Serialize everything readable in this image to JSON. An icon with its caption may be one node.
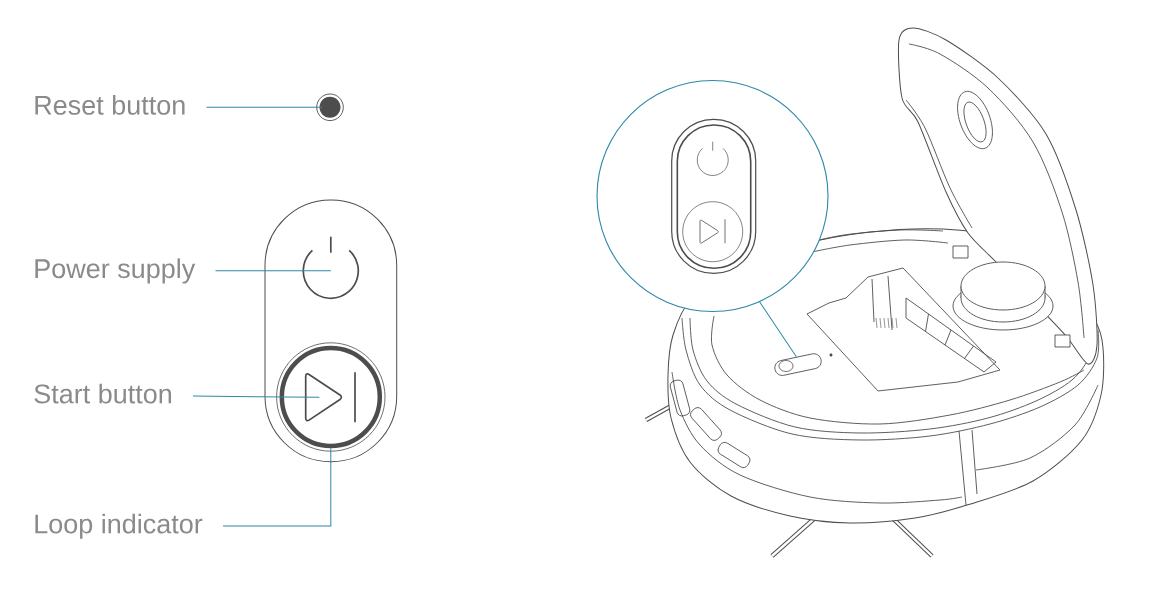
{
  "diagram": {
    "nodes": [
      {
        "text": [
          "Reset button"
        ]
      },
      {
        "text": [],
        "shape": "circle"
      },
      {
        "text": [
          "Power supply"
        ]
      },
      {
        "text": [],
        "shape": "circle"
      },
      {
        "text": [
          "Start button"
        ]
      },
      {
        "text": [
          "Loop indicator"
        ]
      },
      {
        "text": [],
        "shape": "circle"
      },
      {
        "text": [],
        "shape": "triangle",
        "in": 6
      },
      {
        "text": [],
        "shape": "circle"
      },
      {
        "text": [],
        "shape": "box"
      }
    ],
    "edges": [
      {
        "from": 0,
        "to": 1,
        "arrow": "none"
      },
      {
        "from": 2,
        "to": 3,
        "arrow": "none"
      },
      {
        "from": 4,
        "to": 7,
        "arrow": "none"
      },
      {
        "from": 5,
        "to": 6,
        "arrow": "none"
      },
      {
        "from": 8,
        "to": 9,
        "arrow": "none"
      }
    ]
  }
}
